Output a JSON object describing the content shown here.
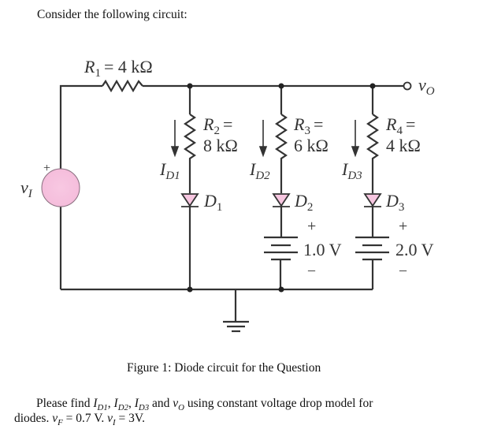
{
  "intro_text": "Consider the following circuit:",
  "circuit": {
    "R1": {
      "name": "R",
      "sub": "1",
      "value": "= 4 kΩ"
    },
    "R2": {
      "name": "R",
      "sub": "2",
      "eq": "=",
      "value": "8 kΩ"
    },
    "R3": {
      "name": "R",
      "sub": "3",
      "eq": "=",
      "value": "6 kΩ"
    },
    "R4": {
      "name": "R",
      "sub": "4",
      "eq": "=",
      "value": "4 kΩ"
    },
    "ID1": {
      "name": "I",
      "sub": "D1"
    },
    "ID2": {
      "name": "I",
      "sub": "D2"
    },
    "ID3": {
      "name": "I",
      "sub": "D3"
    },
    "D1": {
      "name": "D",
      "sub": "1"
    },
    "D2": {
      "name": "D",
      "sub": "2"
    },
    "D3": {
      "name": "D",
      "sub": "3"
    },
    "source": {
      "name": "v",
      "sub": "I",
      "polarity": "+"
    },
    "output": {
      "name": "v",
      "sub": "O"
    },
    "battery2": {
      "plus": "+",
      "value": "1.0 V",
      "minus": "–"
    },
    "battery3": {
      "plus": "+",
      "value": "2.0 V",
      "minus": "–"
    },
    "colors": {
      "diode_fill": "#f7c6e0",
      "source_fill": "#f7c3df",
      "wire": "#333333"
    }
  },
  "caption": "Figure 1: Diode circuit for the Question",
  "question": {
    "line1_prefix": "Please find ",
    "ID1": "I",
    "ID1_sub": "D1",
    "sep1": ", ",
    "ID2": "I",
    "ID2_sub": "D2",
    "sep2": ", ",
    "ID3": "I",
    "ID3_sub": "D3",
    "and": " and ",
    "vO": "v",
    "vO_sub": "O",
    "line1_suffix": " using constant voltage drop model for",
    "line2_prefix": "diodes. ",
    "vF": "v",
    "vF_sub": "F",
    "vF_value": " = 0.7 V. ",
    "vI": "v",
    "vI_sub": "I",
    "vI_value": " = 3V."
  }
}
